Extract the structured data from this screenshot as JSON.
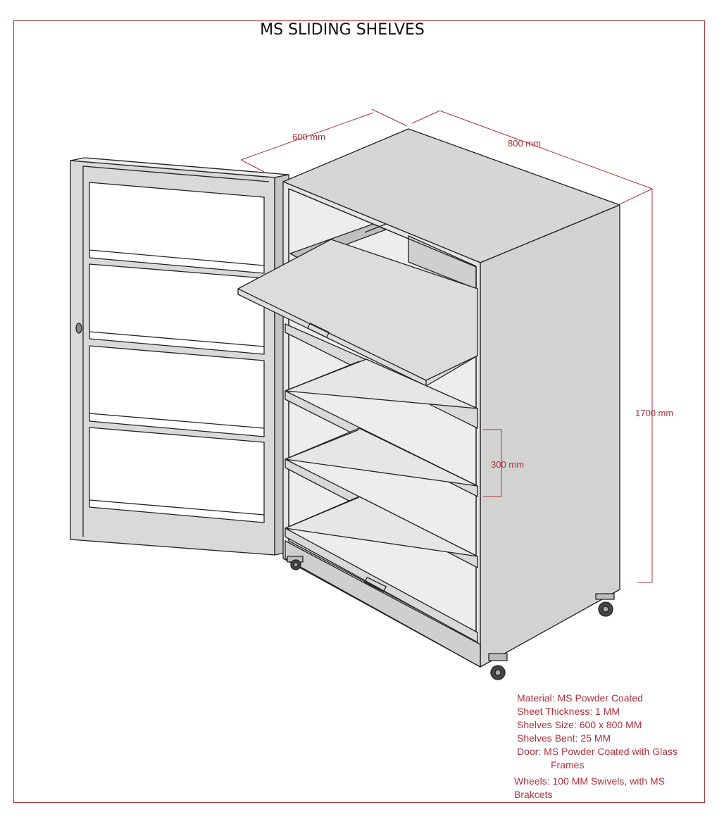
{
  "title": "MS SLIDING SHELVES",
  "dimensions": {
    "depth": "600 mm",
    "width": "800 mm",
    "height": "1700 mm",
    "shelf_spacing": "300 mm"
  },
  "specs": {
    "material": "Material: MS Powder Coated",
    "thickness": "Sheet Thickness: 1 MM",
    "shelf_size": "Shelves Size: 600 x 800 MM",
    "bent": "Shelves Bent: 25 MM",
    "door_line1": "Door: MS Powder Coated with Glass",
    "door_line2": "Frames",
    "wheels_line1": "Wheels: 100 MM Swivels, with MS",
    "wheels_line2": "Brakcets"
  },
  "colors": {
    "dimension": "#b0303a",
    "panel": "#d6d6d6",
    "outline": "#222222"
  }
}
